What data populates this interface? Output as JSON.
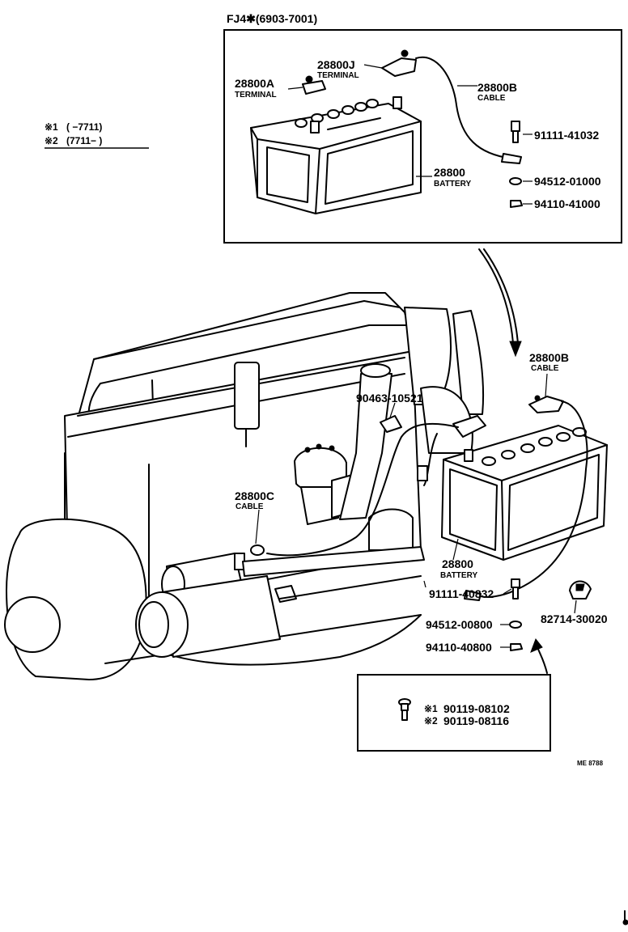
{
  "header": {
    "model_range": "FJ4✱(6903-7001)"
  },
  "notes": [
    {
      "mark": "※1",
      "range": "(      −7711)"
    },
    {
      "mark": "※2",
      "range": "(7711−      )"
    }
  ],
  "inset_top": {
    "parts": [
      {
        "number": "28800J",
        "name": "TERMINAL"
      },
      {
        "number": "28800A",
        "name": "TERMINAL"
      },
      {
        "number": "28800B",
        "name": "CABLE"
      },
      {
        "number": "91111-41032"
      },
      {
        "number": "28800",
        "name": "BATTERY"
      },
      {
        "number": "94512-01000"
      },
      {
        "number": "94110-41000"
      }
    ]
  },
  "main": {
    "parts": [
      {
        "number": "28800B",
        "name": "CABLE"
      },
      {
        "number": "90463-10521"
      },
      {
        "number": "28800C",
        "name": "CABLE"
      },
      {
        "number": "28800",
        "name": "BATTERY"
      },
      {
        "number": "91111-40832"
      },
      {
        "number": "82714-30020"
      },
      {
        "number": "94512-00800"
      },
      {
        "number": "94110-40800"
      }
    ]
  },
  "inset_bottom": {
    "items": [
      {
        "mark": "※1",
        "number": "90119-08102"
      },
      {
        "mark": "※2",
        "number": "90119-08116"
      }
    ]
  },
  "footer": {
    "code": "ME 8788"
  }
}
